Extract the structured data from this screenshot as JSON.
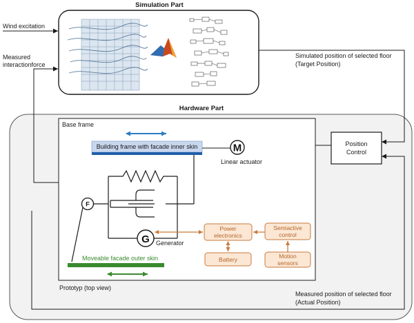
{
  "simulation": {
    "title": "Simulation Part"
  },
  "hardware": {
    "title": "Hardware Part",
    "base_frame": "Base frame",
    "prototype": "Prototyp (top view)"
  },
  "inputs": {
    "wind_excitation": "Wind excitation",
    "measured_force_line1": "Measured",
    "measured_force_line2": "interactionforce"
  },
  "signals": {
    "simulated_line1": "Simulated position of selected floor",
    "simulated_line2": "(Target Position)",
    "measured_line1": "Measured position of selected floor",
    "measured_line2": "(Actual Position)"
  },
  "position_control": {
    "line1": "Position",
    "line2": "Control"
  },
  "components": {
    "inner_skin": "Building frame with facade inner skin",
    "outer_skin": "Moveable facade outer skin",
    "motor_symbol": "M",
    "linear_actuator": "Linear actuator",
    "force_symbol": "F",
    "generator_symbol": "G",
    "generator": "Generator"
  },
  "electronics": {
    "power_line1": "Power",
    "power_line2": "electronics",
    "semiactive_line1": "Semiactive",
    "semiactive_line2": "control",
    "battery": "Battery",
    "motion_line1": "Motion",
    "motion_line2": "sensors"
  },
  "colors": {
    "outline": "#1a1a1a",
    "hardware_bg": "#f2f2f2",
    "inner_skin_fill": "#c9d7ee",
    "inner_skin_bar": "#1f5fa8",
    "outer_skin": "#3a8a2e",
    "orange": "#c87a3c",
    "orange_fill": "#fbe7d4",
    "arrow_blue": "#2b7cc4",
    "arrow_green": "#3a8a2e"
  }
}
